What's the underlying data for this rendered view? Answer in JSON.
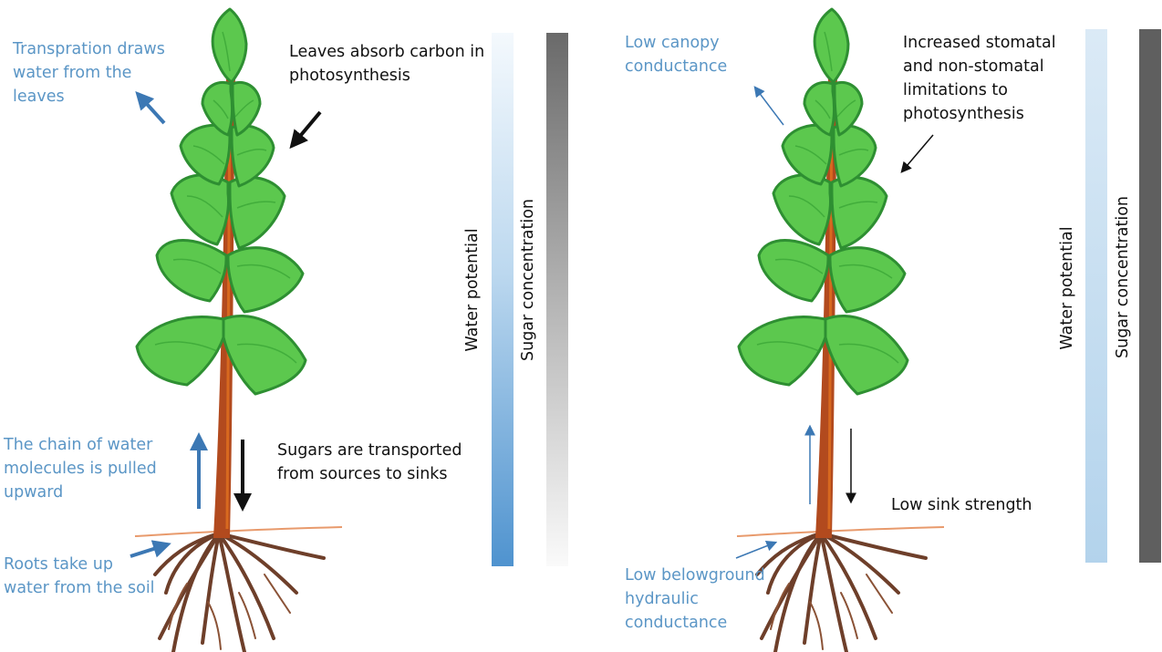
{
  "colors": {
    "blue_label": "#5b96c6",
    "blue_arrow": "#3c78b4",
    "black_text": "#111111",
    "foliage": "#5cc84e",
    "foliage_dark": "#2e8f32",
    "trunk": "#b24a1e",
    "roots": "#6e3f2a",
    "soil_line": "#e89a6c",
    "water_bar_top": "#f4f9fd",
    "water_bar_bottom": "#4f93cf",
    "sugar_bar_top": "#707070",
    "sugar_bar_bottom": "#fafafa",
    "water_bar_uniform": "#b9d7ee",
    "sugar_bar_uniform": "#5f5f5f"
  },
  "left_panel": {
    "transpiration": "Transpration draws\nwater from the\nleaves",
    "leaves_absorb": "Leaves absorb carbon in\nphotosynthesis",
    "water_chain": "The chain of water\nmolecules is pulled\nupward",
    "sugars_transported": "Sugars are transported\nfrom sources to sinks",
    "roots_uptake": "Roots take up\nwater from the soil",
    "water_potential_label": "Water potential",
    "sugar_concentration_label": "Sugar concentration"
  },
  "right_panel": {
    "low_canopy": "Low canopy\nconductance",
    "stomatal_limits": "Increased stomatal\nand non-stomatal\nlimitations to\nphotosynthesis",
    "low_sink": "Low sink strength",
    "low_belowground": "Low belowground\nhydraulic\nconductance",
    "water_potential_label": "Water potential",
    "sugar_concentration_label": "Sugar concentration"
  }
}
